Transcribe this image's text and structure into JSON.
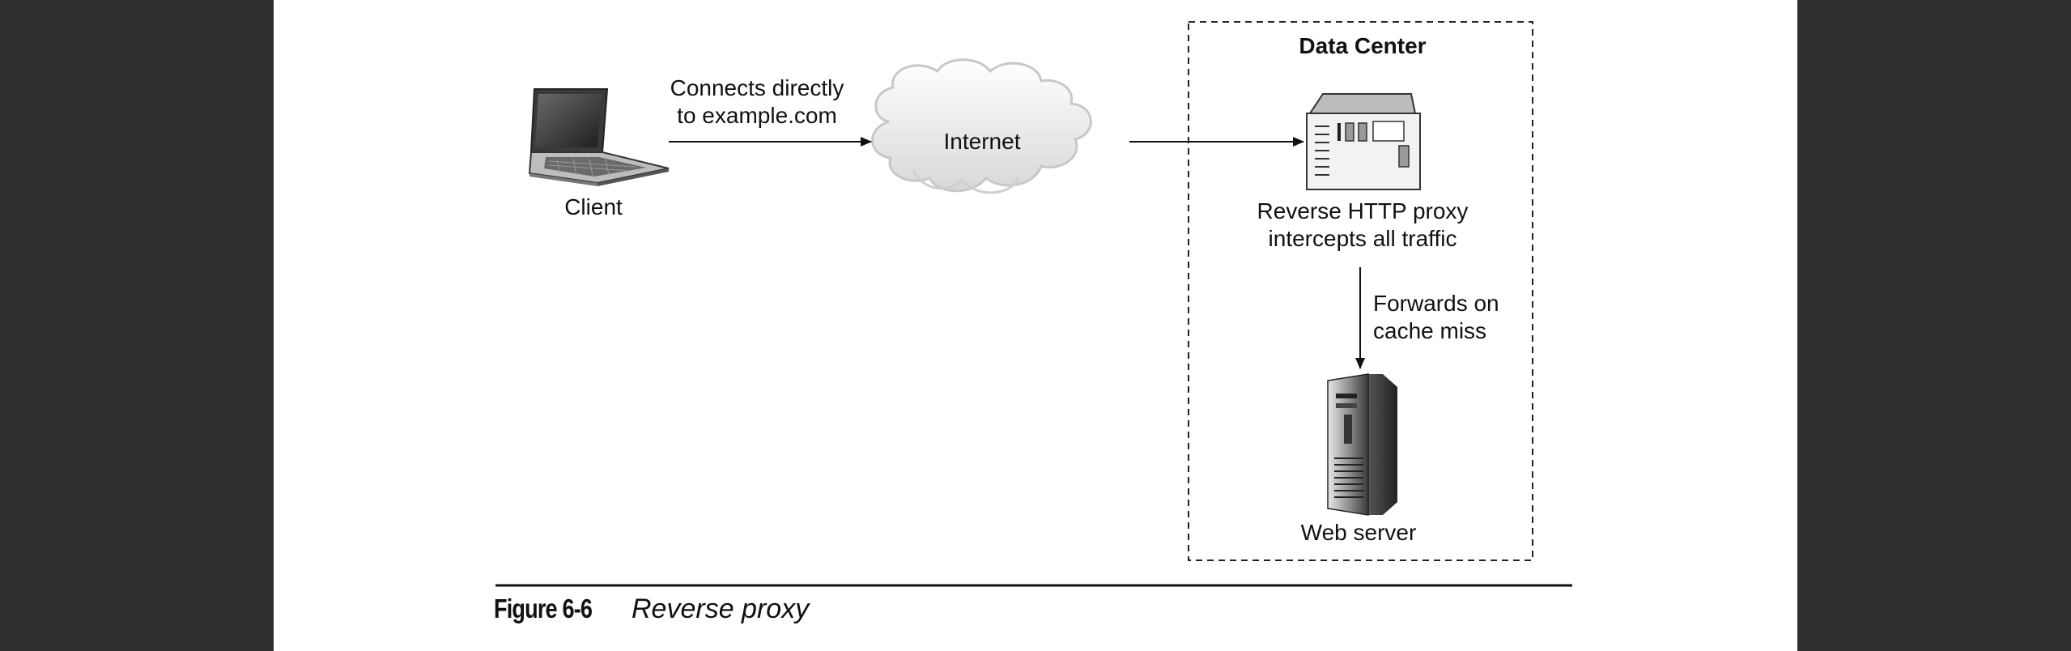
{
  "diagram": {
    "client_label": "Client",
    "edge_client_internet": "Connects directly\nto example.com",
    "internet_label": "Internet",
    "data_center_title": "Data Center",
    "proxy_label": "Reverse HTTP proxy\nintercepts all traffic",
    "edge_proxy_server": "Forwards on\ncache miss",
    "server_label": "Web server"
  },
  "caption": {
    "number": "Figure 6-6",
    "title": "Reverse proxy"
  }
}
